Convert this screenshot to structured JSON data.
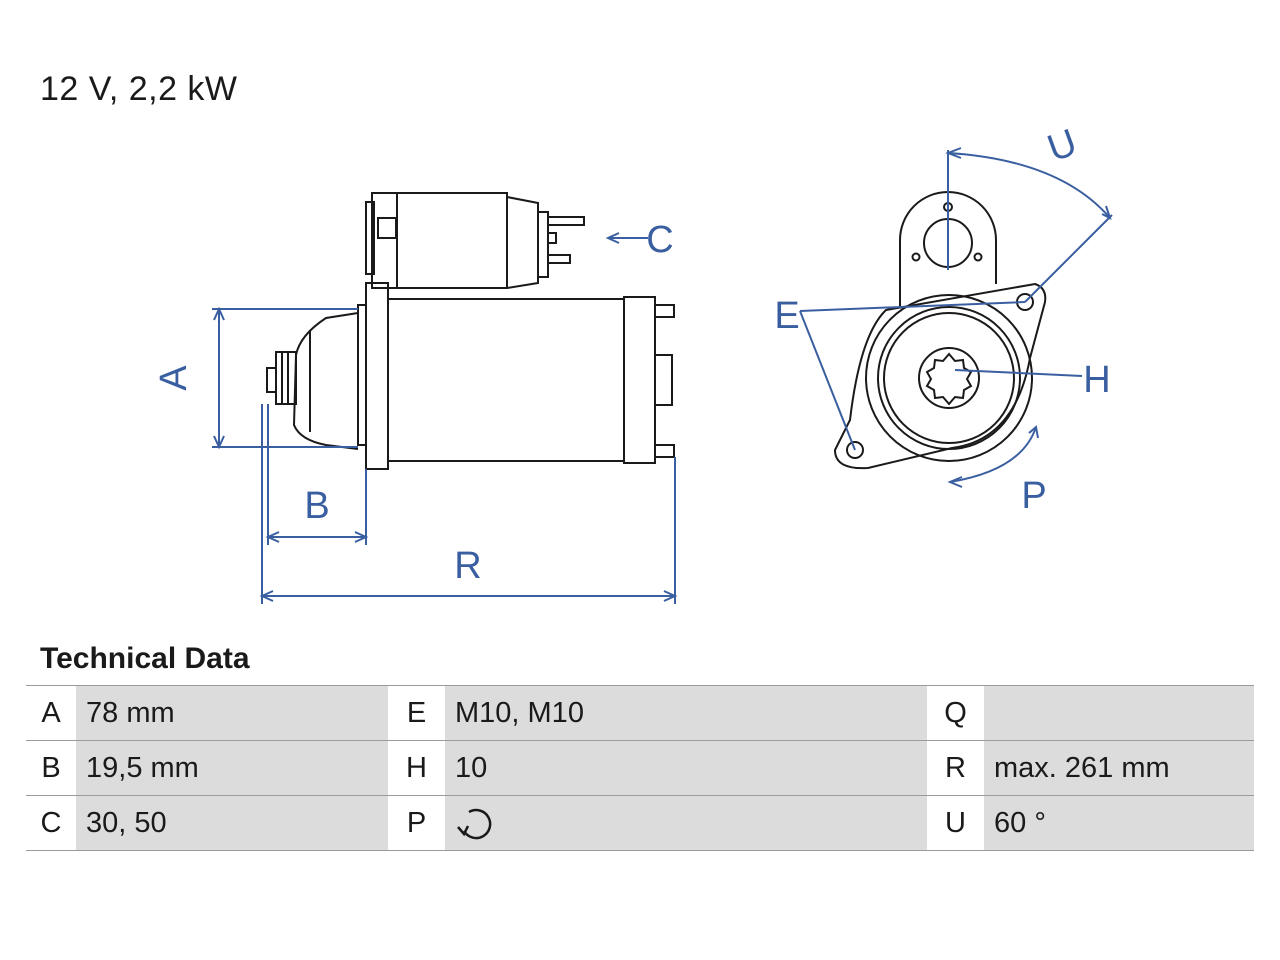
{
  "title": "12 V, 2,2 kW",
  "diagram": {
    "labels": {
      "a": "A",
      "b": "B",
      "c": "C",
      "r": "R",
      "e": "E",
      "h": "H",
      "p": "P",
      "u": "U"
    }
  },
  "technical_data": {
    "heading": "Technical Data",
    "rows": [
      [
        {
          "key": "A",
          "value": "78 mm"
        },
        {
          "key": "E",
          "value": "M10, M10"
        },
        {
          "key": "Q",
          "value": ""
        }
      ],
      [
        {
          "key": "B",
          "value": "19,5 mm"
        },
        {
          "key": "H",
          "value": "10"
        },
        {
          "key": "R",
          "value": "max. 261 mm"
        }
      ],
      [
        {
          "key": "C",
          "value": "30, 50"
        },
        {
          "key": "P",
          "value": ""
        },
        {
          "key": "U",
          "value": "60 °"
        }
      ]
    ],
    "rotation_icon": "clockwise-rotation-icon"
  },
  "colors": {
    "dimension": "#3a5fa0",
    "outline": "#1a1a1a",
    "value_bg": "#dcdcdc"
  }
}
